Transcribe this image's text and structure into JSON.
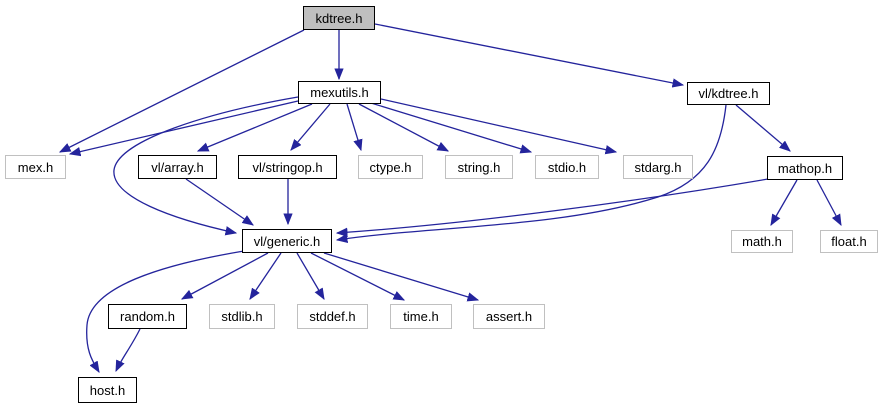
{
  "diagram": {
    "type": "include-dependency-graph",
    "root": "kdtree.h",
    "colors": {
      "edge": "#24249c",
      "current_node_fill": "#bfbfbf",
      "internal_node_border": "#000000",
      "external_node_border": "#c0c0c0",
      "node_fill": "#ffffff",
      "text": "#000000",
      "background": "#ffffff"
    },
    "nodes": [
      {
        "id": "kdtree",
        "label": "kdtree.h",
        "kind": "current"
      },
      {
        "id": "mexutils",
        "label": "mexutils.h",
        "kind": "internal"
      },
      {
        "id": "vl-kdtree",
        "label": "vl/kdtree.h",
        "kind": "internal"
      },
      {
        "id": "mex",
        "label": "mex.h",
        "kind": "external"
      },
      {
        "id": "vl-array",
        "label": "vl/array.h",
        "kind": "internal"
      },
      {
        "id": "vl-stringop",
        "label": "vl/stringop.h",
        "kind": "internal"
      },
      {
        "id": "ctype",
        "label": "ctype.h",
        "kind": "external"
      },
      {
        "id": "string",
        "label": "string.h",
        "kind": "external"
      },
      {
        "id": "stdio",
        "label": "stdio.h",
        "kind": "external"
      },
      {
        "id": "stdarg",
        "label": "stdarg.h",
        "kind": "external"
      },
      {
        "id": "mathop",
        "label": "mathop.h",
        "kind": "internal"
      },
      {
        "id": "vl-generic",
        "label": "vl/generic.h",
        "kind": "internal"
      },
      {
        "id": "math",
        "label": "math.h",
        "kind": "external"
      },
      {
        "id": "float",
        "label": "float.h",
        "kind": "external"
      },
      {
        "id": "random",
        "label": "random.h",
        "kind": "internal"
      },
      {
        "id": "stdlib",
        "label": "stdlib.h",
        "kind": "external"
      },
      {
        "id": "stddef",
        "label": "stddef.h",
        "kind": "external"
      },
      {
        "id": "time",
        "label": "time.h",
        "kind": "external"
      },
      {
        "id": "assert",
        "label": "assert.h",
        "kind": "external"
      },
      {
        "id": "host",
        "label": "host.h",
        "kind": "internal"
      }
    ],
    "edges": [
      {
        "from": "kdtree.h",
        "to": "mexutils.h"
      },
      {
        "from": "kdtree.h",
        "to": "mex.h"
      },
      {
        "from": "kdtree.h",
        "to": "vl/kdtree.h"
      },
      {
        "from": "mexutils.h",
        "to": "mex.h"
      },
      {
        "from": "mexutils.h",
        "to": "vl/array.h"
      },
      {
        "from": "mexutils.h",
        "to": "vl/stringop.h"
      },
      {
        "from": "mexutils.h",
        "to": "ctype.h"
      },
      {
        "from": "mexutils.h",
        "to": "string.h"
      },
      {
        "from": "mexutils.h",
        "to": "stdio.h"
      },
      {
        "from": "mexutils.h",
        "to": "stdarg.h"
      },
      {
        "from": "mexutils.h",
        "to": "vl/generic.h"
      },
      {
        "from": "vl/kdtree.h",
        "to": "mathop.h"
      },
      {
        "from": "vl/kdtree.h",
        "to": "vl/generic.h"
      },
      {
        "from": "mathop.h",
        "to": "vl/generic.h"
      },
      {
        "from": "mathop.h",
        "to": "math.h"
      },
      {
        "from": "mathop.h",
        "to": "float.h"
      },
      {
        "from": "vl/array.h",
        "to": "vl/generic.h"
      },
      {
        "from": "vl/stringop.h",
        "to": "vl/generic.h"
      },
      {
        "from": "vl/generic.h",
        "to": "random.h"
      },
      {
        "from": "vl/generic.h",
        "to": "stdlib.h"
      },
      {
        "from": "vl/generic.h",
        "to": "stddef.h"
      },
      {
        "from": "vl/generic.h",
        "to": "time.h"
      },
      {
        "from": "vl/generic.h",
        "to": "assert.h"
      },
      {
        "from": "vl/generic.h",
        "to": "host.h"
      },
      {
        "from": "random.h",
        "to": "host.h"
      }
    ]
  }
}
